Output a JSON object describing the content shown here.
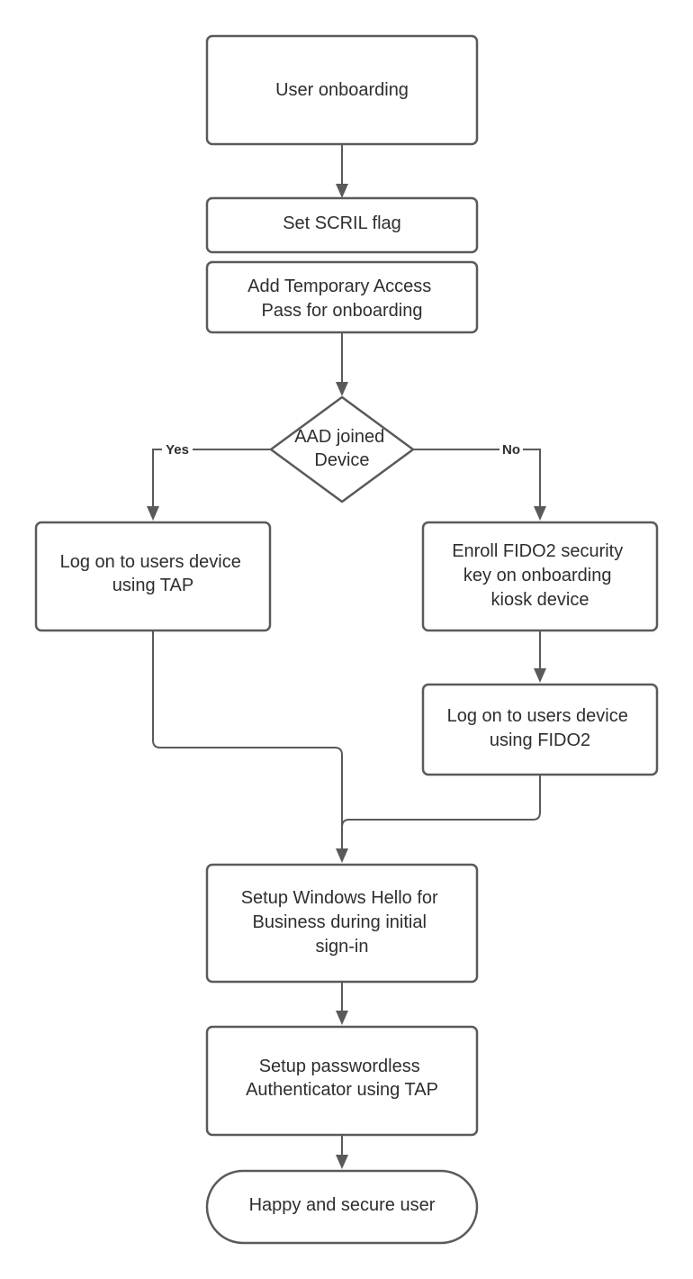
{
  "diagram": {
    "nodes": {
      "onboarding": {
        "lines": [
          "User onboarding"
        ]
      },
      "scril": {
        "lines": [
          "Set SCRIL flag"
        ]
      },
      "tap_pass": {
        "lines": [
          "Add Temporary Access",
          "Pass for onboarding"
        ]
      },
      "decision": {
        "lines": [
          "AAD joined",
          "Device"
        ]
      },
      "logon_tap": {
        "lines": [
          "Log on to users device",
          "using TAP"
        ]
      },
      "enroll_fido": {
        "lines": [
          "Enroll FIDO2 security",
          "key on onboarding",
          "kiosk device"
        ]
      },
      "logon_fido": {
        "lines": [
          "Log on to users device",
          "using FIDO2"
        ]
      },
      "whfb": {
        "lines": [
          "Setup Windows Hello for",
          "Business during initial",
          "sign-in"
        ]
      },
      "passwordless": {
        "lines": [
          "Setup passwordless",
          "Authenticator using TAP"
        ]
      },
      "happy": {
        "lines": [
          "Happy and secure user"
        ]
      }
    },
    "edges": {
      "yes_label": "Yes",
      "no_label": "No"
    }
  }
}
